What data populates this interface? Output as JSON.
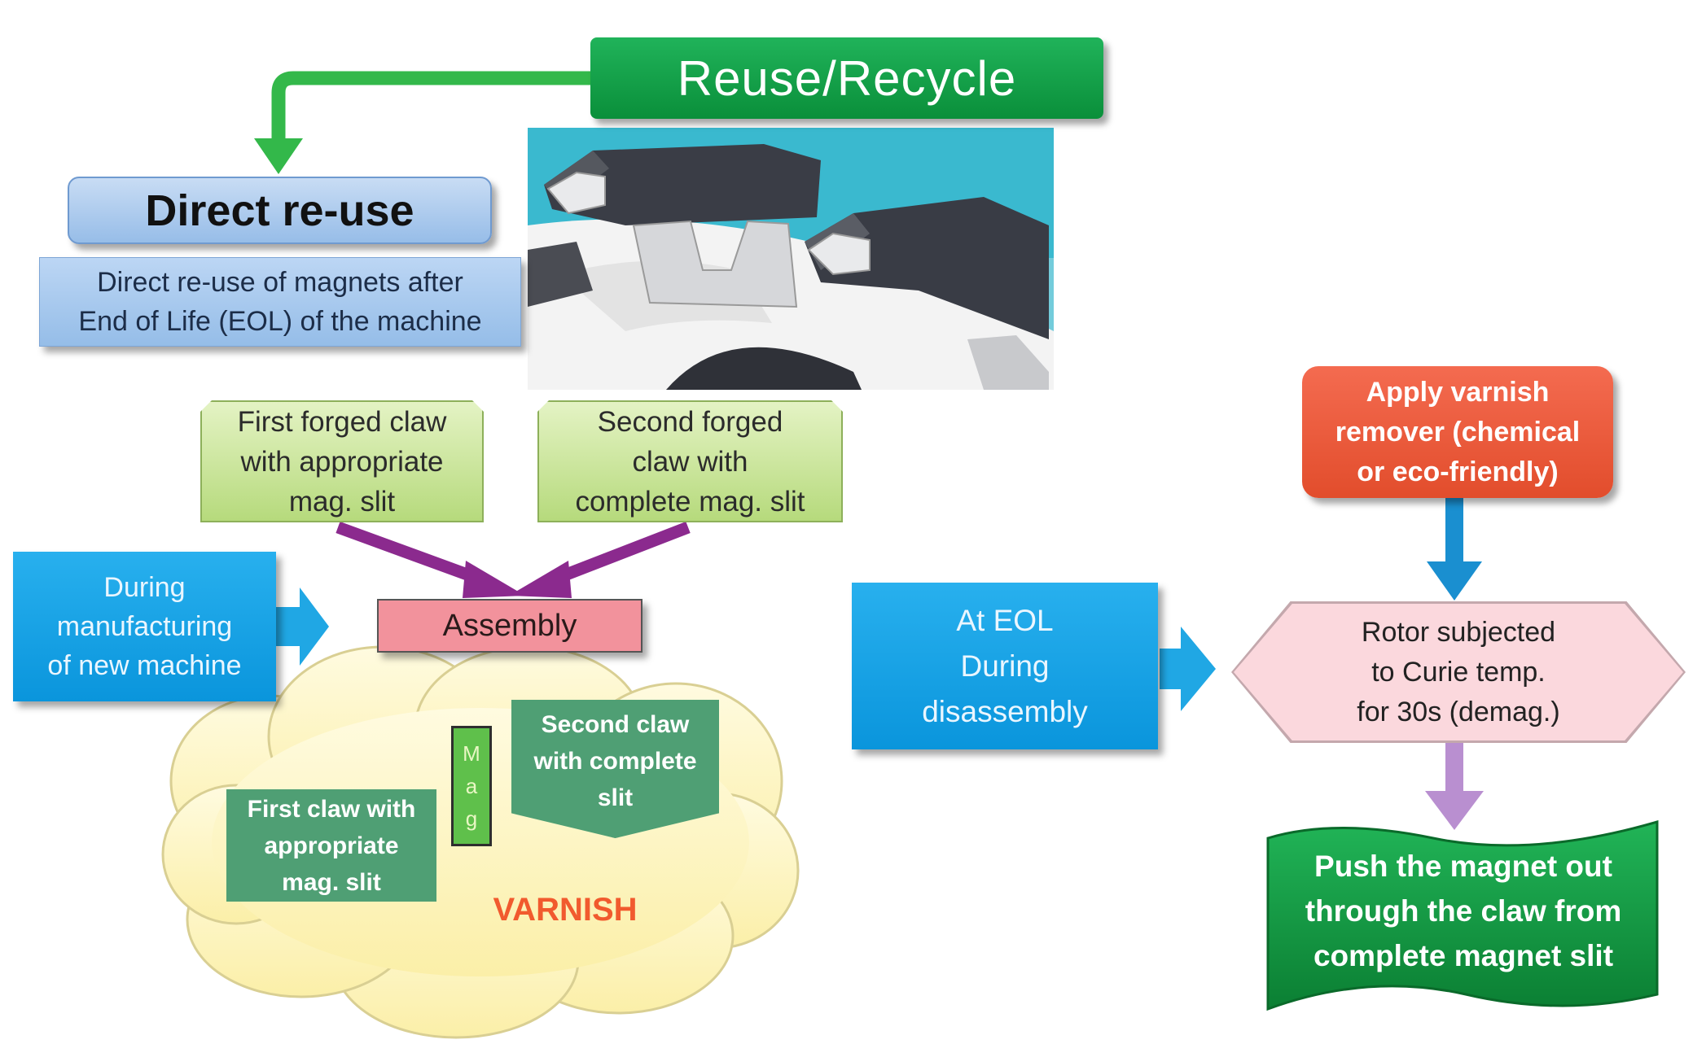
{
  "reuse_recycle": "Reuse/Recycle",
  "direct_reuse": {
    "title": "Direct re-use",
    "description_lines": [
      "Direct re-use of magnets after",
      "End of Life (EOL) of the machine"
    ]
  },
  "first_forged_claw_lines": [
    "First forged claw",
    "with appropriate",
    "mag. slit"
  ],
  "second_forged_claw_lines": [
    "Second forged",
    "claw with",
    "complete mag. slit"
  ],
  "assembly": "Assembly",
  "during_manufacturing_lines": [
    "During",
    "manufacturing",
    "of new machine"
  ],
  "cloud": {
    "first_claw_lines": [
      "First claw  with",
      "appropriate",
      "mag. slit"
    ],
    "second_claw_lines": [
      "Second claw",
      "with complete",
      "slit"
    ],
    "mag_letters": [
      "M",
      "a",
      "g"
    ],
    "varnish": "VARNISH"
  },
  "at_eol_lines": [
    "At EOL",
    "During",
    "disassembly"
  ],
  "varnish_remover_lines": [
    "Apply varnish",
    "remover (chemical",
    "or eco-friendly)"
  ],
  "rotor_lines": [
    "Rotor subjected",
    "to Curie temp.",
    "for 30s (demag.)"
  ],
  "push_magnet_lines": [
    "Push the magnet out",
    "through the claw from",
    "complete magnet slit"
  ],
  "colors": {
    "green_banner": "#12a24a",
    "blue_box": "#0d9de0",
    "purple_arrow": "#8b2a8e",
    "orange_box": "#e8573a",
    "varnish_text": "#f15a2e"
  }
}
